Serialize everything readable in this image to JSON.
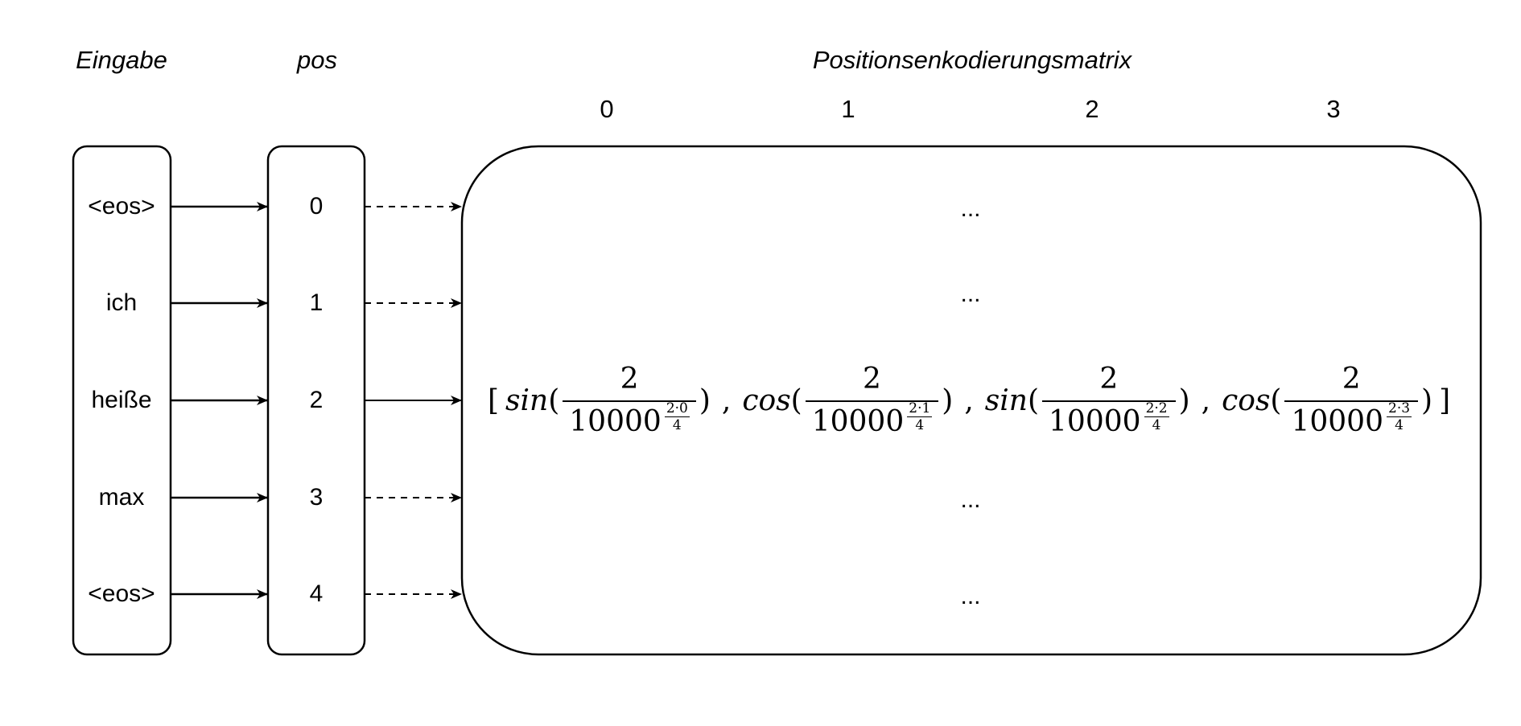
{
  "titles": {
    "input": "Eingabe",
    "pos": "pos",
    "matrix": "Positionsenkodierungsmatrix"
  },
  "columns": [
    "0",
    "1",
    "2",
    "3"
  ],
  "rows": [
    {
      "token": "<eos>",
      "pos": "0",
      "content": "..."
    },
    {
      "token": "ich",
      "pos": "1",
      "content": "..."
    },
    {
      "token": "heiße",
      "pos": "2",
      "content": "formula"
    },
    {
      "token": "max",
      "pos": "3",
      "content": "..."
    },
    {
      "token": "<eos>",
      "pos": "4",
      "content": "..."
    }
  ],
  "formula": {
    "open": "[",
    "close": "]",
    "separator": ",",
    "terms": [
      {
        "fn": "sin",
        "num": "2",
        "base": "10000",
        "exp_num": "2·0",
        "exp_den": "4"
      },
      {
        "fn": "cos",
        "num": "2",
        "base": "10000",
        "exp_num": "2·1",
        "exp_den": "4"
      },
      {
        "fn": "sin",
        "num": "2",
        "base": "10000",
        "exp_num": "2·2",
        "exp_den": "4"
      },
      {
        "fn": "cos",
        "num": "2",
        "base": "10000",
        "exp_num": "2·3",
        "exp_den": "4"
      }
    ]
  }
}
